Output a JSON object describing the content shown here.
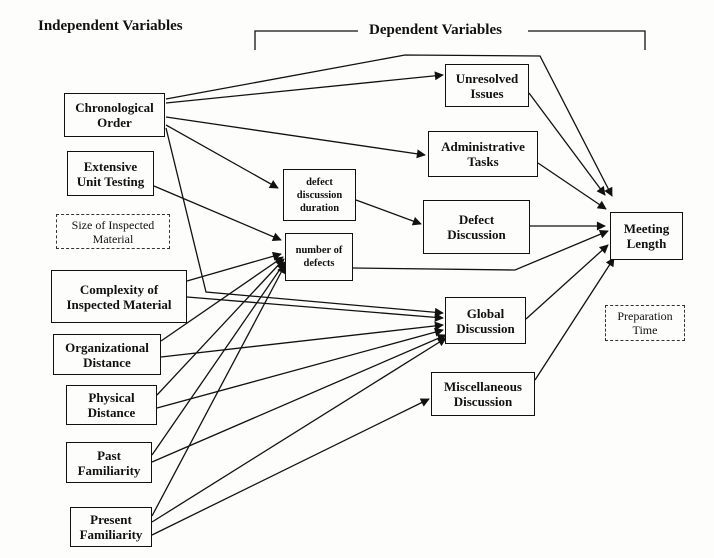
{
  "headings": {
    "independent": "Independent Variables",
    "dependent": "Dependent Variables"
  },
  "nodes": {
    "chronological_order": "Chronological\nOrder",
    "extensive_unit_testing": "Extensive\nUnit Testing",
    "size_inspected_material": "Size of Inspected\nMaterial",
    "complexity": "Complexity of\nInspected Material",
    "organizational_distance": "Organizational\nDistance",
    "physical_distance": "Physical\nDistance",
    "past_familiarity": "Past\nFamiliarity",
    "present_familiarity": "Present\nFamiliarity",
    "defect_discussion_duration": "defect\ndiscussion\nduration",
    "number_of_defects": "number of\ndefects",
    "unresolved_issues": "Unresolved\nIssues",
    "administrative_tasks": "Administrative\nTasks",
    "defect_discussion": "Defect\nDiscussion",
    "global_discussion": "Global\nDiscussion",
    "miscellaneous_discussion": "Miscellaneous\nDiscussion",
    "meeting_length": "Meeting\nLength",
    "preparation_time": "Preparation\nTime"
  }
}
